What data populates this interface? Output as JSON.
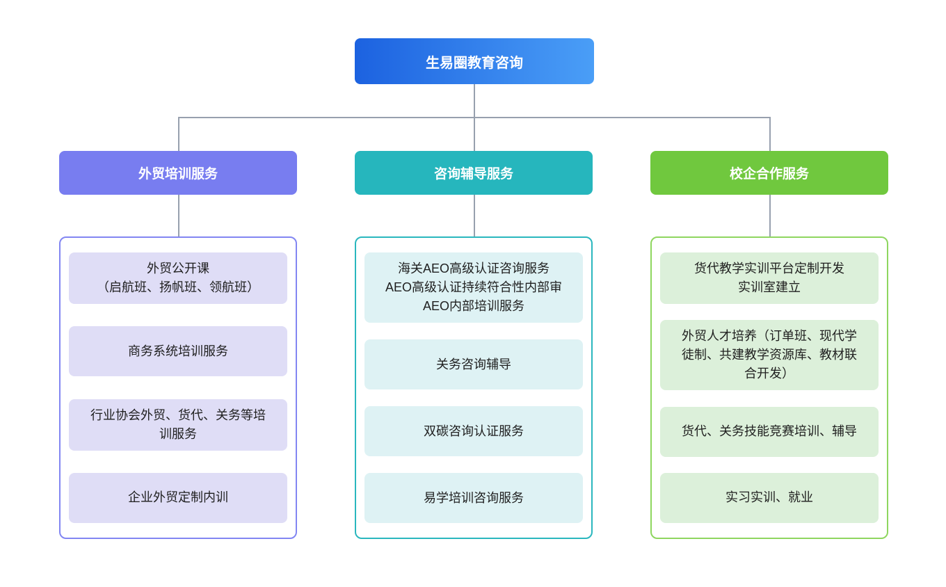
{
  "root": {
    "label": "生易圈教育咨询",
    "gradient": [
      "#1c62e0",
      "#4a9ef7"
    ]
  },
  "connector_color": "#97a0ae",
  "branches": [
    {
      "label": "外贸培训服务",
      "colors": {
        "header": "#787df0",
        "border": "#8286f2",
        "item_bg": "#dfddf6"
      },
      "items": [
        "外贸公开课\n（启航班、扬帆班、领航班）",
        "商务系统培训服务",
        "行业协会外贸、货代、关务等培训服务",
        "企业外贸定制内训"
      ]
    },
    {
      "label": "咨询辅导服务",
      "colors": {
        "header": "#26b6bd",
        "border": "#2ab7be",
        "item_bg": "#def2f4"
      },
      "items": [
        "海关AEO高级认证咨询服务\nAEO高级认证持续符合性内部审\nAEO内部培训服务",
        "关务咨询辅导",
        "双碳咨询认证服务",
        "易学培训咨询服务"
      ]
    },
    {
      "label": "校企合作服务",
      "colors": {
        "header": "#70c83e",
        "border": "#8ed65f",
        "item_bg": "#dcf0da"
      },
      "items": [
        "货代教学实训平台定制开发\n实训室建立",
        "外贸人才培养（订单班、现代学徒制、共建教学资源库、教材联合开发）",
        "货代、关务技能竞赛培训、辅导",
        "实习实训、就业"
      ]
    }
  ]
}
